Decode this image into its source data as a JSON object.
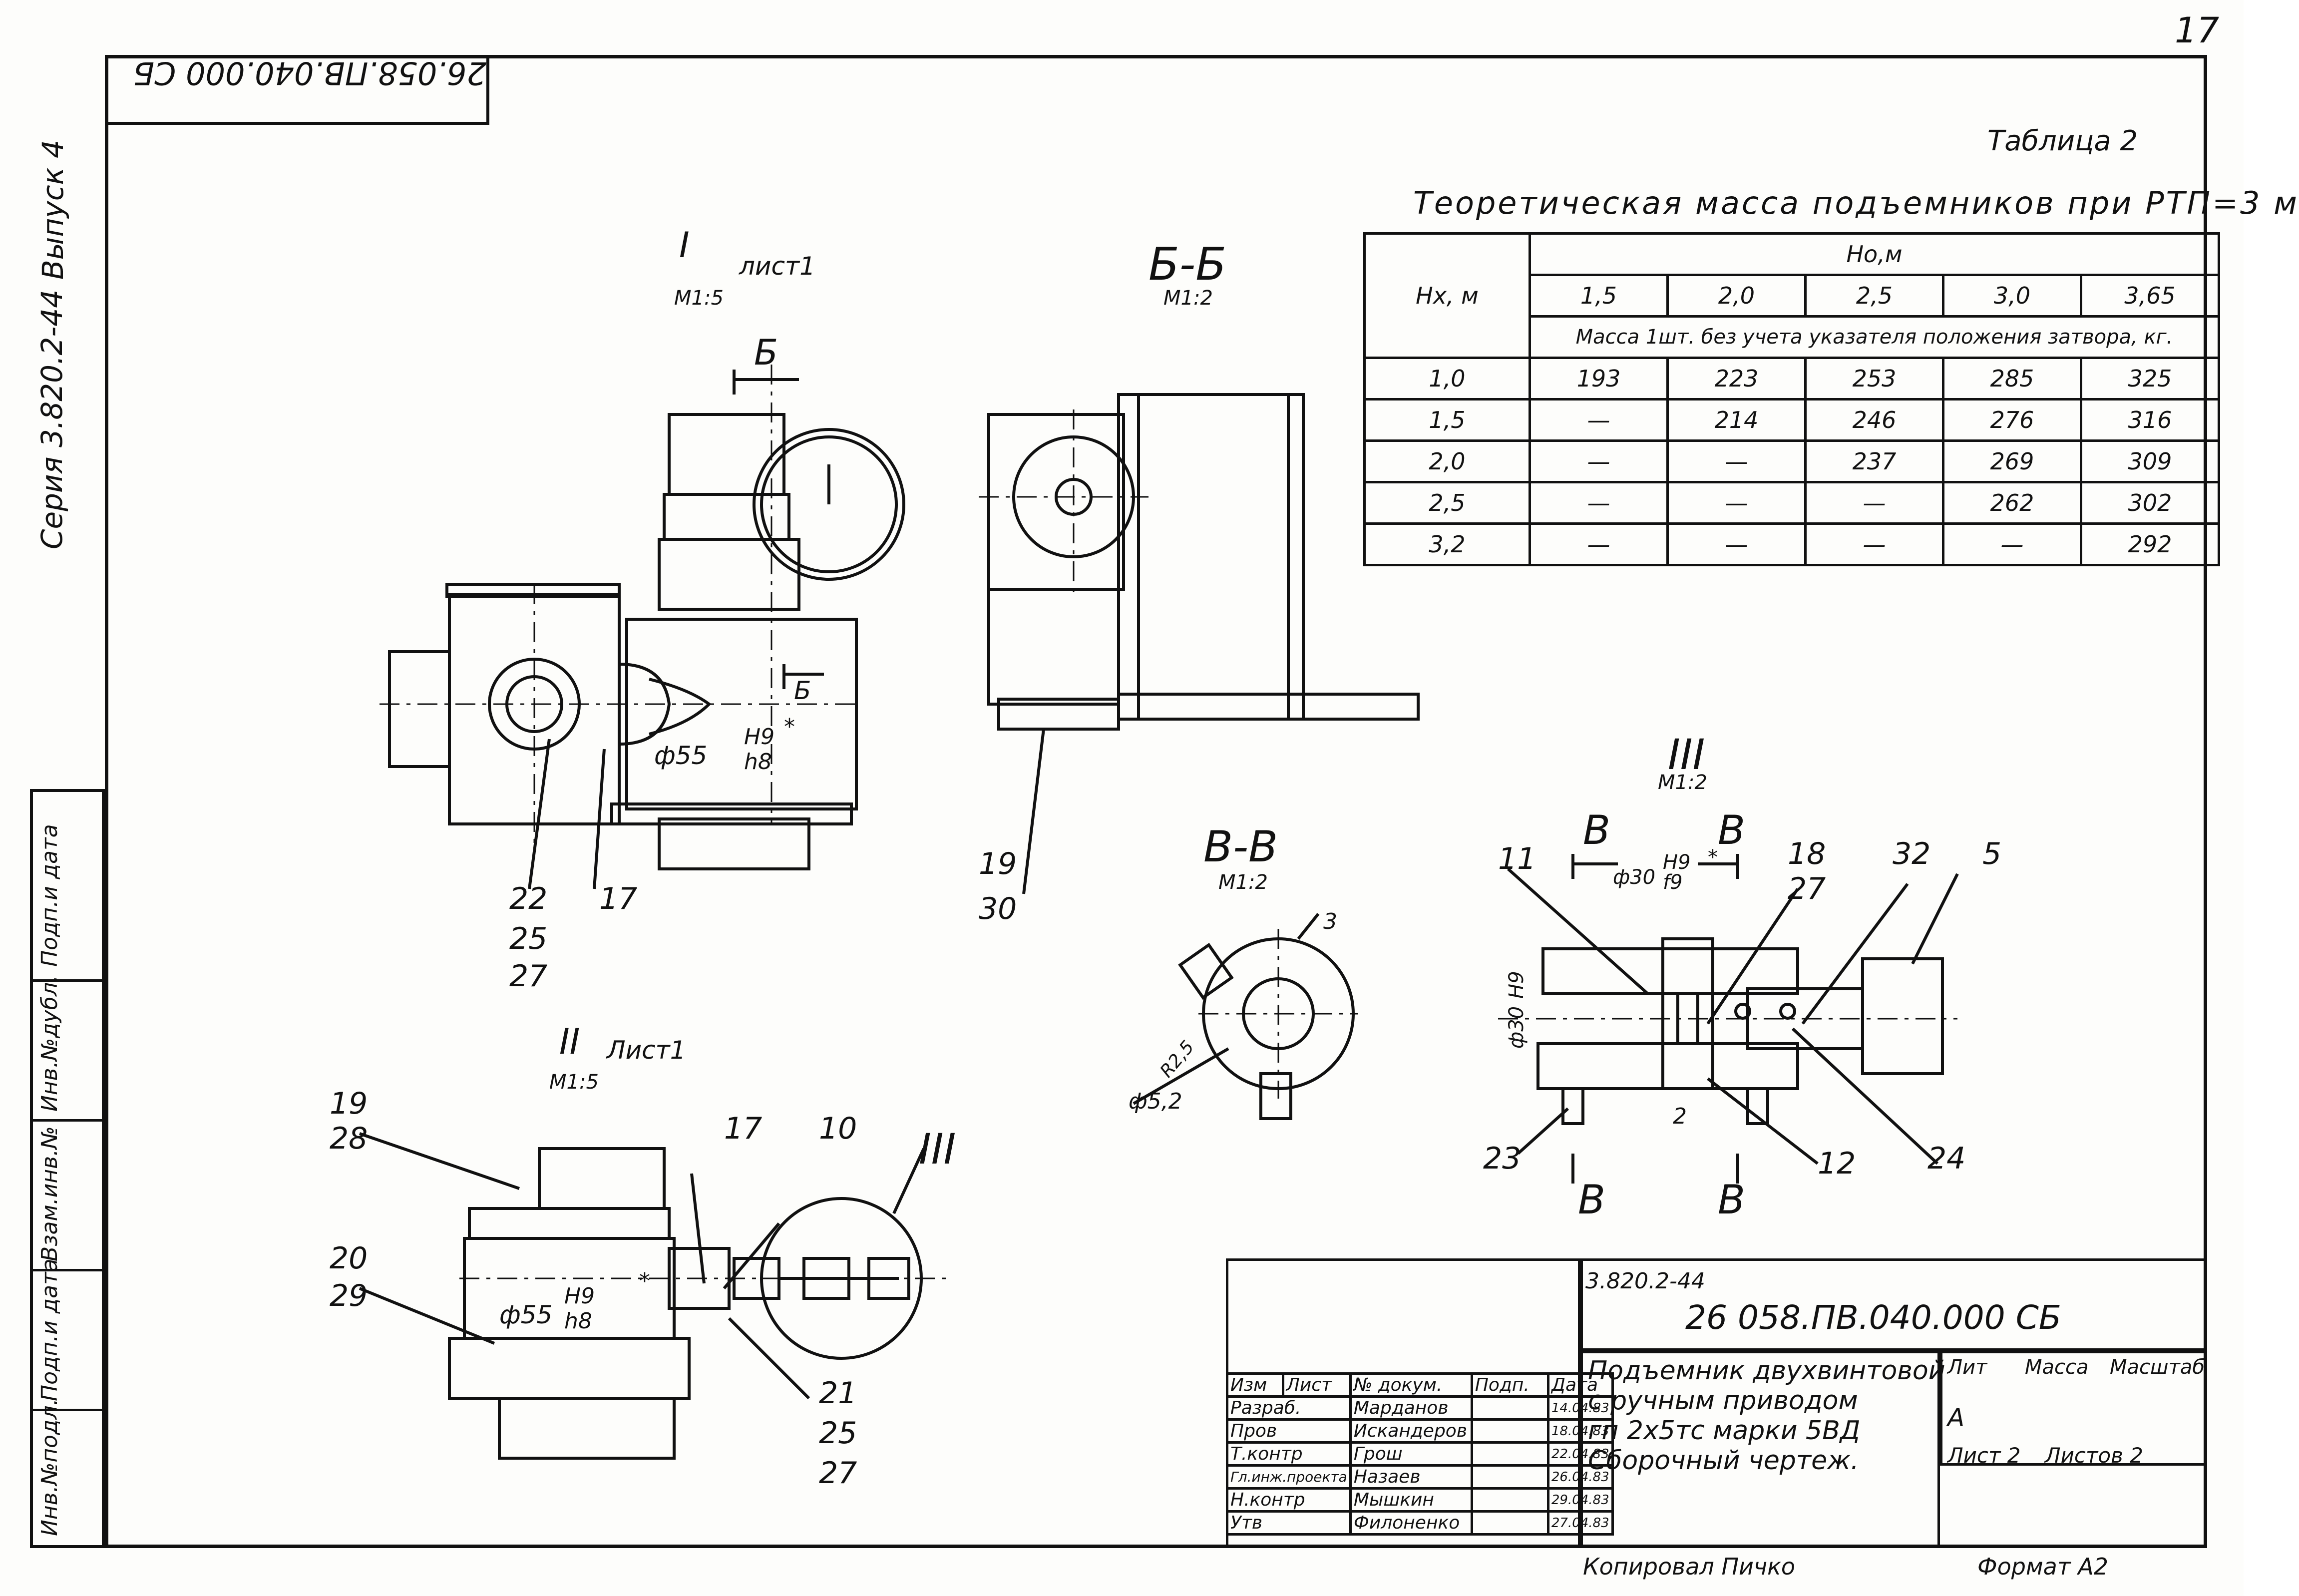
{
  "stamp": {
    "doc_code_rotated": "26.058.ПВ.040.000 СБ",
    "sheet_no": "17"
  },
  "side": {
    "vypusk": "Выпуск 4",
    "seria": "Серия 3.820.2-44"
  },
  "left_strip": [
    "Инв.№подл.",
    "Подп.и дата",
    "Взам.инв.№",
    "Инв.№дубл.",
    "Подп.и дата"
  ],
  "table2": {
    "label": "Таблица 2",
    "title": "Теоретическая масса подъемников при РТП=3 м",
    "h0_header": "Но,м",
    "hx_header": "Нх, м",
    "h0_values": [
      "1,5",
      "2,0",
      "2,5",
      "3,0",
      "3,65"
    ],
    "mass_note": "Масса 1шт. без учета указателя положения затвора, кг.",
    "rows": [
      {
        "hx": "1,0",
        "cells": [
          "193",
          "223",
          "253",
          "285",
          "325"
        ]
      },
      {
        "hx": "1,5",
        "cells": [
          "—",
          "214",
          "246",
          "276",
          "316"
        ]
      },
      {
        "hx": "2,0",
        "cells": [
          "—",
          "—",
          "237",
          "269",
          "309"
        ]
      },
      {
        "hx": "2,5",
        "cells": [
          "—",
          "—",
          "—",
          "262",
          "302"
        ]
      },
      {
        "hx": "3,2",
        "cells": [
          "—",
          "—",
          "—",
          "—",
          "292"
        ]
      }
    ]
  },
  "views": {
    "v1": {
      "num": "I",
      "sheet": "лист1",
      "scale": "М1:5"
    },
    "bb": {
      "name": "Б-Б",
      "scale": "М1:2"
    },
    "vv": {
      "name": "В-В",
      "scale": "М1:2"
    },
    "v2": {
      "num": "II",
      "sheet": "Лист1",
      "scale": "М1:5"
    },
    "v3": {
      "num": "III",
      "scale": "М1:2"
    }
  },
  "callouts": {
    "b_mark": "Б",
    "v_mark": "В",
    "fit_55": "ф55",
    "fit_h9": "H9",
    "fit_h8": "h8",
    "fit_star": "*",
    "fit_30": "ф30",
    "fit_f9": "f9",
    "phi52": "ф5,2",
    "r2": "R2,5",
    "dim3": "3",
    "dim2": "2",
    "n22": "22",
    "n25": "25",
    "n27": "27",
    "n17": "17",
    "n19": "19",
    "n30": "30",
    "n28": "28",
    "n20": "20",
    "n29": "29",
    "n10": "10",
    "n21": "21",
    "n11": "11",
    "n18": "18",
    "n32": "32",
    "n5": "5",
    "n23": "23",
    "n12": "12",
    "n24": "24"
  },
  "title_block": {
    "designation_small": "3.820.2-44",
    "designation": "26 058.ПВ.040.000 СБ",
    "name_lines": [
      "Подъемник двухвинтовой",
      "с ручным приводом",
      "гп 2х5тс марки 5ВД",
      "Сборочный чертеж."
    ],
    "col_heads": [
      "Изм",
      "Лист",
      "№ докум.",
      "Подп.",
      "Дата"
    ],
    "people": [
      {
        "role": "Разраб.",
        "name": "Марданов",
        "date": "14.04.83"
      },
      {
        "role": "Пров",
        "name": "Искандеров",
        "date": "18.04.83"
      },
      {
        "role": "Т.контр",
        "name": "Грош",
        "date": "22.04.83"
      },
      {
        "role": "Гл.инж.проекта",
        "name": "Назаев",
        "date": "26.04.83"
      },
      {
        "role": "Н.контр",
        "name": "Мышкин",
        "date": "29.04.83"
      },
      {
        "role": "Утв",
        "name": "Филоненко",
        "date": "27.04.83"
      }
    ],
    "lit_head": "Лит",
    "mass_head": "Масса",
    "scale_head": "Масштаб",
    "lit_val": "А",
    "sheet_label": "Лист 2",
    "sheets_label": "Листов 2"
  },
  "footer": {
    "copied": "Копировал Пичко",
    "format": "Формат А2"
  }
}
